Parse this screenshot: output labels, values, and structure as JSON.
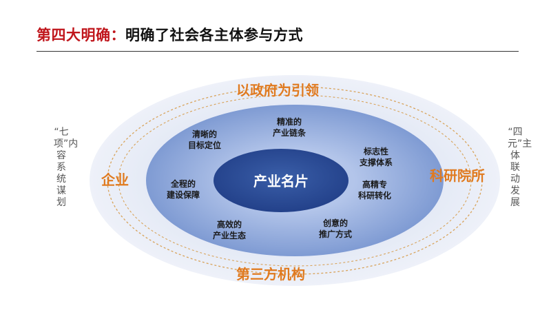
{
  "title": {
    "prefix": "第四大明确：",
    "rest": "明确了社会各主体参与方式"
  },
  "side_labels": {
    "left": "“七项”内容系统谋划",
    "right": "“四元”主体联动发展"
  },
  "outer_ring": {
    "top": "以政府为引领",
    "bottom": "第三方机构",
    "left": "企业",
    "right": "科研院所"
  },
  "middle_ring": {
    "items": [
      "清晰的\n目标定位",
      "精准的\n产业链条",
      "标志性\n支撑体系",
      "高精专\n科研转化",
      "创意的\n推广方式",
      "高效的\n产业生态",
      "全程的\n建设保障"
    ]
  },
  "center": "产业名片",
  "colors": {
    "title_red": "#c0161c",
    "outer_fill": "#e4e9f5",
    "middle_fill": "#8fa8da",
    "center_fill": "#2b4d96",
    "outer_text": "#e07a1f",
    "dashed_ring": "#d8a35a"
  }
}
